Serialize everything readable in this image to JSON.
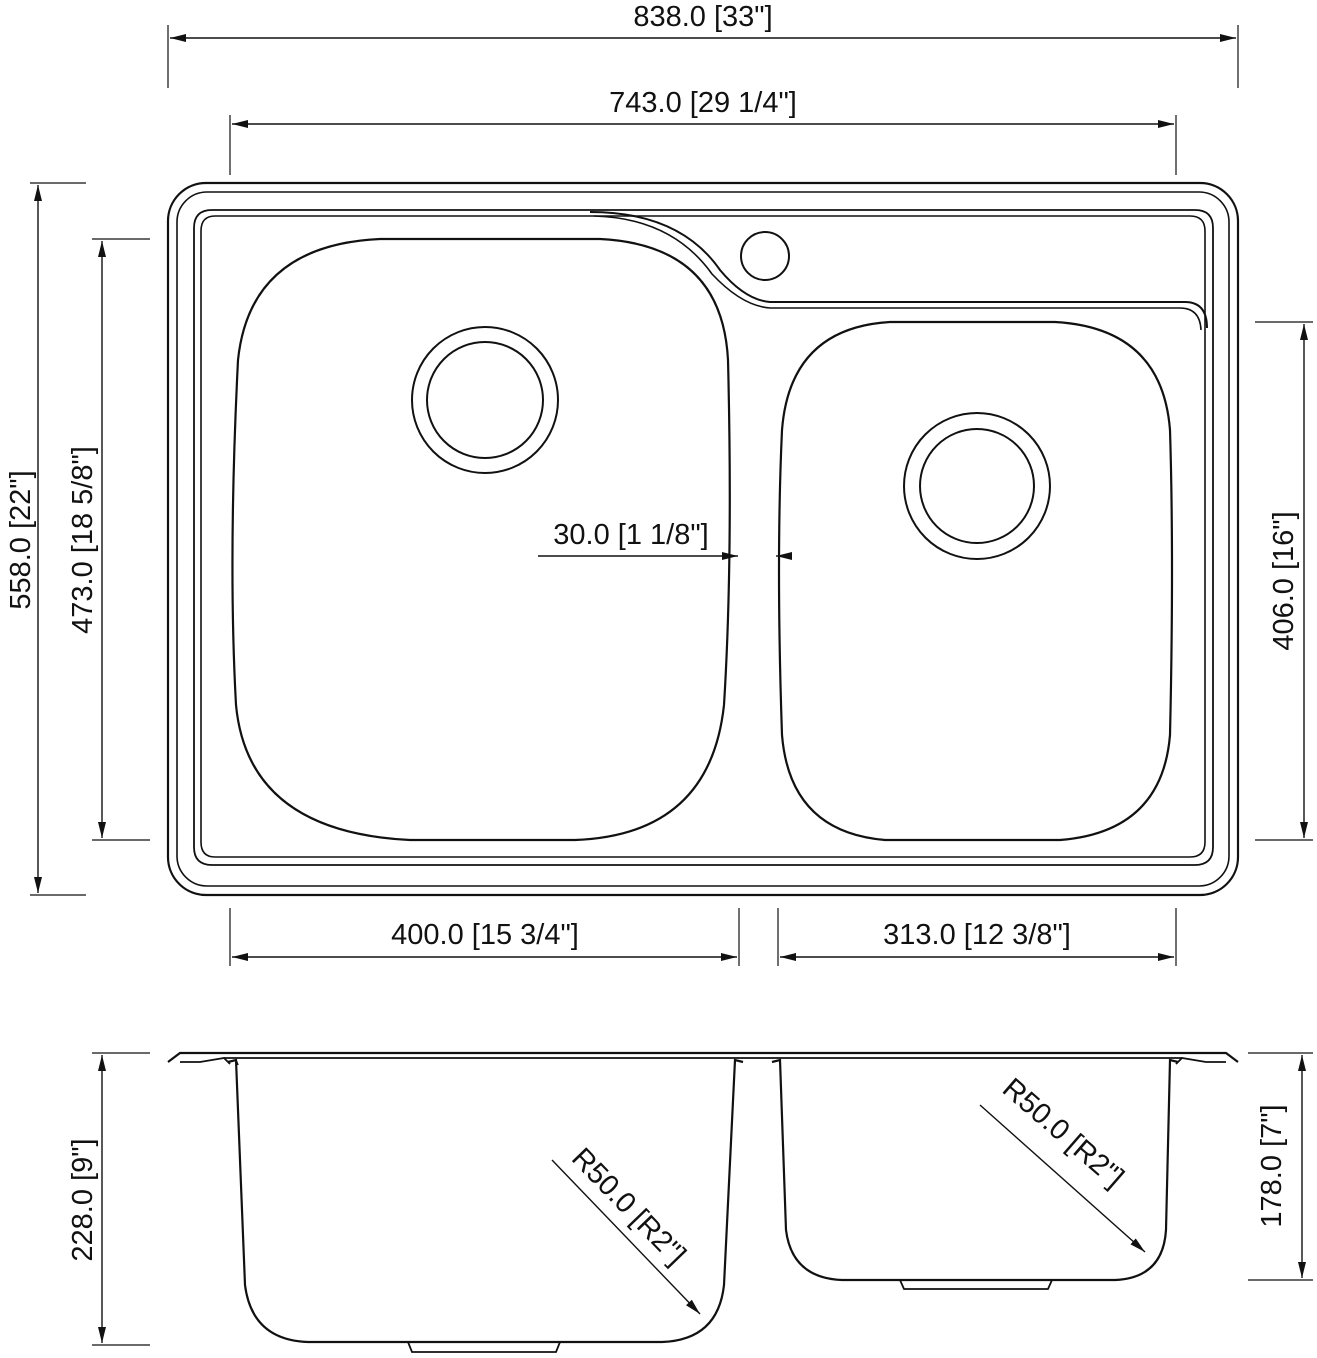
{
  "colors": {
    "stroke": "#111111",
    "background": "#ffffff"
  },
  "top_view": {
    "overall_width": "838.0 [33\"]",
    "cutout_width": "743.0 [29 1/4\"]",
    "overall_depth": "558.0 [22\"]",
    "large_bowl_depth": "473.0 [18 5/8\"]",
    "small_bowl_depth": "406.0 [16\"]",
    "divider_width": "30.0 [1 1/8\"]",
    "large_bowl_width": "400.0 [15 3/4\"]",
    "small_bowl_width": "313.0 [12 3/8\"]"
  },
  "side_view": {
    "large_bowl_height": "228.0 [9\"]",
    "small_bowl_height": "178.0 [7\"]",
    "large_bowl_radius": "R50.0 [R2\"]",
    "small_bowl_radius": "R50.0 [R2\"]"
  }
}
